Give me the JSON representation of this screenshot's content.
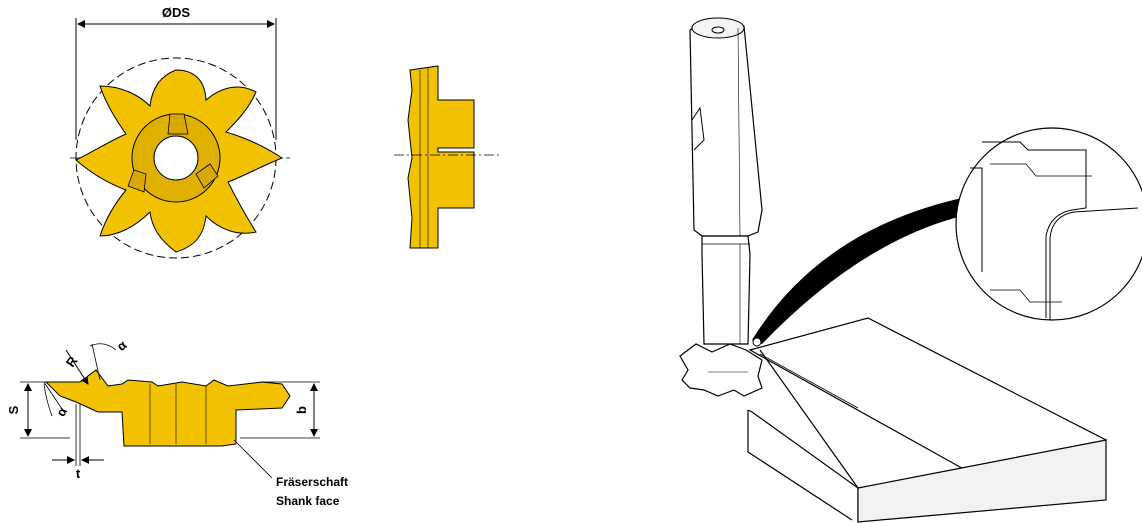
{
  "labels": {
    "diameter": "ØDS",
    "radius": "R",
    "alpha_top": "α",
    "alpha_bottom": "α",
    "height_s": "S",
    "height_b": "b",
    "offset_t": "t",
    "shank_face_de": "Fräserschaft",
    "shank_face_en": "Shank face"
  },
  "colors": {
    "insert_fill": "#f2c200",
    "insert_shade": "#d9a800",
    "line": "#000000",
    "block_fill": "#f2f2f2"
  }
}
